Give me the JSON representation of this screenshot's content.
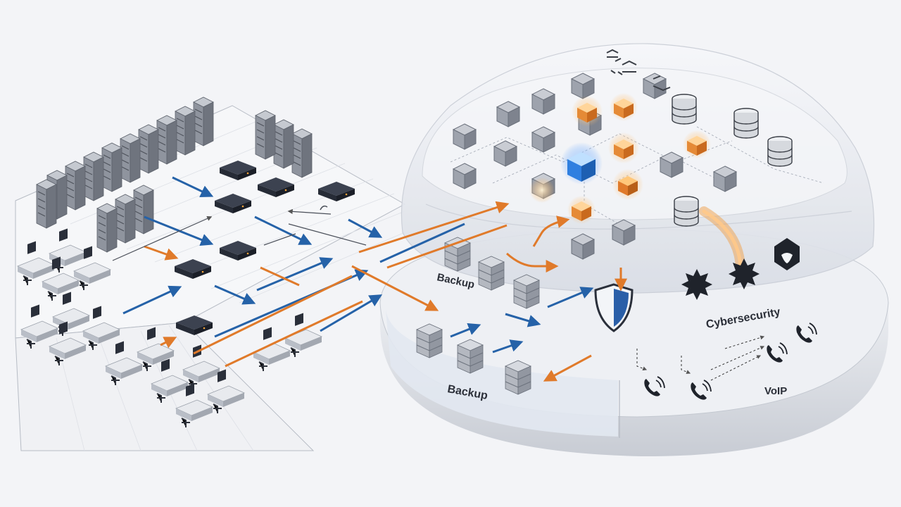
{
  "labels": {
    "backup_upper": "Backup",
    "backup_lower": "Backup",
    "cybersecurity": "Cybersecurity",
    "voip": "VoIP"
  },
  "colors": {
    "background": "#f3f4f7",
    "server": "#7d8390",
    "switch": "#262b36",
    "flow_blue": "#2562a8",
    "flow_orange": "#e07a2a",
    "dome": "#dfe3ea",
    "node_glow_orange": "#f3a048",
    "node_glow_blue": "#2f7fe0"
  },
  "icons": {
    "shield": "shield-icon",
    "phone": "phone-icon",
    "cyber_badge": "security-badge-icon",
    "database": "database-icon",
    "server_stack": "server-stack-icon"
  }
}
